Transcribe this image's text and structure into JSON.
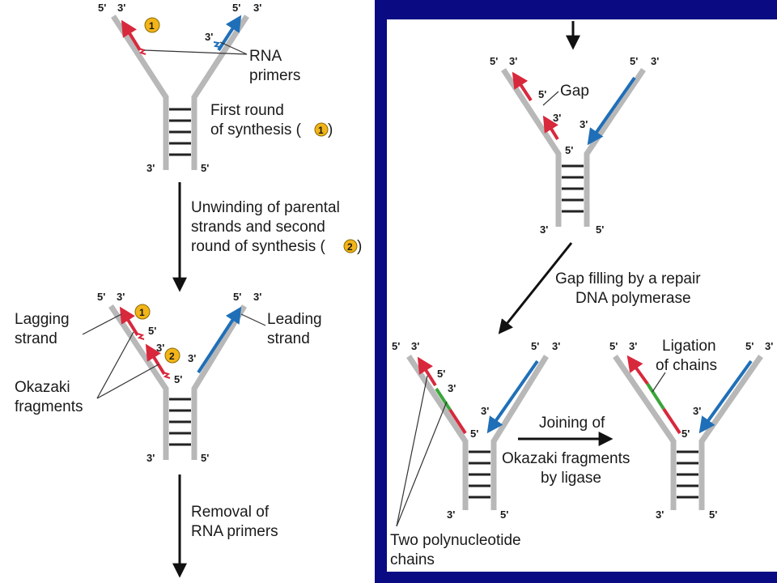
{
  "end_labels": {
    "five_prime": "5'",
    "three_prime": "3'"
  },
  "steps": {
    "step1": {
      "rna_primers": [
        "RNA",
        "primers"
      ],
      "first_round": [
        "First round",
        "of synthesis ("
      ],
      "first_round_close": ")"
    },
    "arrow1": {
      "lines": [
        "Unwinding of parental",
        "strands and second",
        "round of synthesis ("
      ],
      "close": ")"
    },
    "step2": {
      "lagging": [
        "Lagging",
        "strand"
      ],
      "leading": [
        "Leading",
        "strand"
      ],
      "okazaki": [
        "Okazaki",
        "fragments"
      ]
    },
    "arrow2": {
      "lines": [
        "Removal of",
        "RNA primers"
      ]
    },
    "step3": {
      "gap": "Gap"
    },
    "arrow3": {
      "lines": [
        "Gap filling by a repair",
        "DNA polymerase"
      ]
    },
    "step4": {
      "two_chains": [
        "Two polynucleotide",
        "chains"
      ]
    },
    "arrow4": {
      "lines": [
        "Joining of",
        "Okazaki fragments",
        "by ligase"
      ]
    },
    "step5": {
      "ligation": [
        "Ligation",
        "of chains"
      ]
    }
  },
  "badges": {
    "one": "1",
    "two": "2"
  },
  "colors": {
    "background": "#0a0a82",
    "panel": "#ffffff",
    "parental_strand": "#b8b8b8",
    "lagging_new": "#d8283c",
    "leading_new": "#1f6fb8",
    "filled_gap": "#3aa53a",
    "badge": "#f2b418"
  }
}
